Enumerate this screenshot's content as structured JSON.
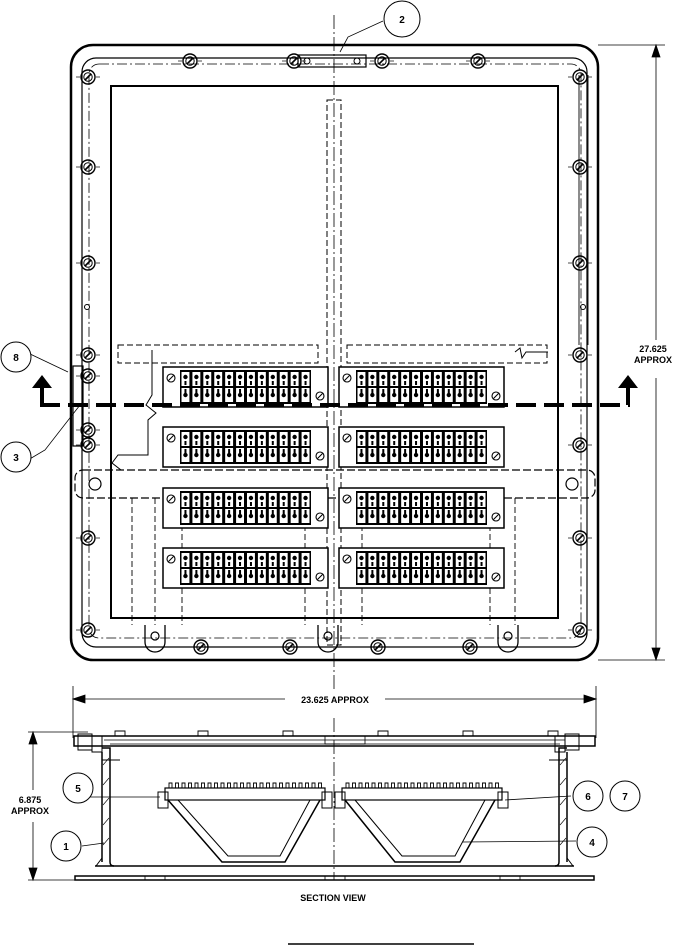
{
  "callouts": [
    "1",
    "2",
    "3",
    "4",
    "5",
    "6",
    "7",
    "8"
  ],
  "dimensions": {
    "height_value": "27.625",
    "height_unit": "APPROX",
    "width_label": "23.625 APPROX",
    "depth_value": "6.875",
    "depth_unit": "APPROX"
  },
  "section_title": "SECTION VIEW"
}
